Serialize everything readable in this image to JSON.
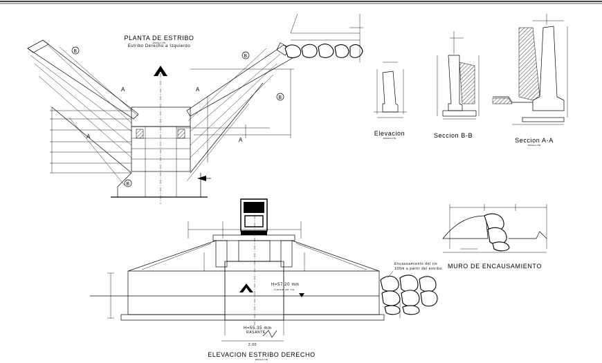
{
  "sheet": {
    "plan_title": "PLANTA  DE ESTRIBO",
    "plan_subtitle": "Estribo Derecho a Izquierdo",
    "elev_small_title": "Elevacion",
    "section_bb_title": "Seccion B-B",
    "section_aa_title": "Seccion A-A",
    "wall_title": "MURO DE ENCAUSAMIENTO",
    "front_elev_title": "ELEVACION ESTRIBO DERECHO",
    "label_a": "A",
    "label_b": "B",
    "elev_level_1": "H=57.20 mm",
    "elev_level_1_sub": "Cauce de rio",
    "elev_level_2": "H=55.35 mm",
    "elev_level_2_sub": "RASANTE",
    "elev_dim_bottom": "2.00",
    "enc_note_line1": "Encausamiento del rio",
    "enc_note_line2": "100m a partir del estribo"
  }
}
